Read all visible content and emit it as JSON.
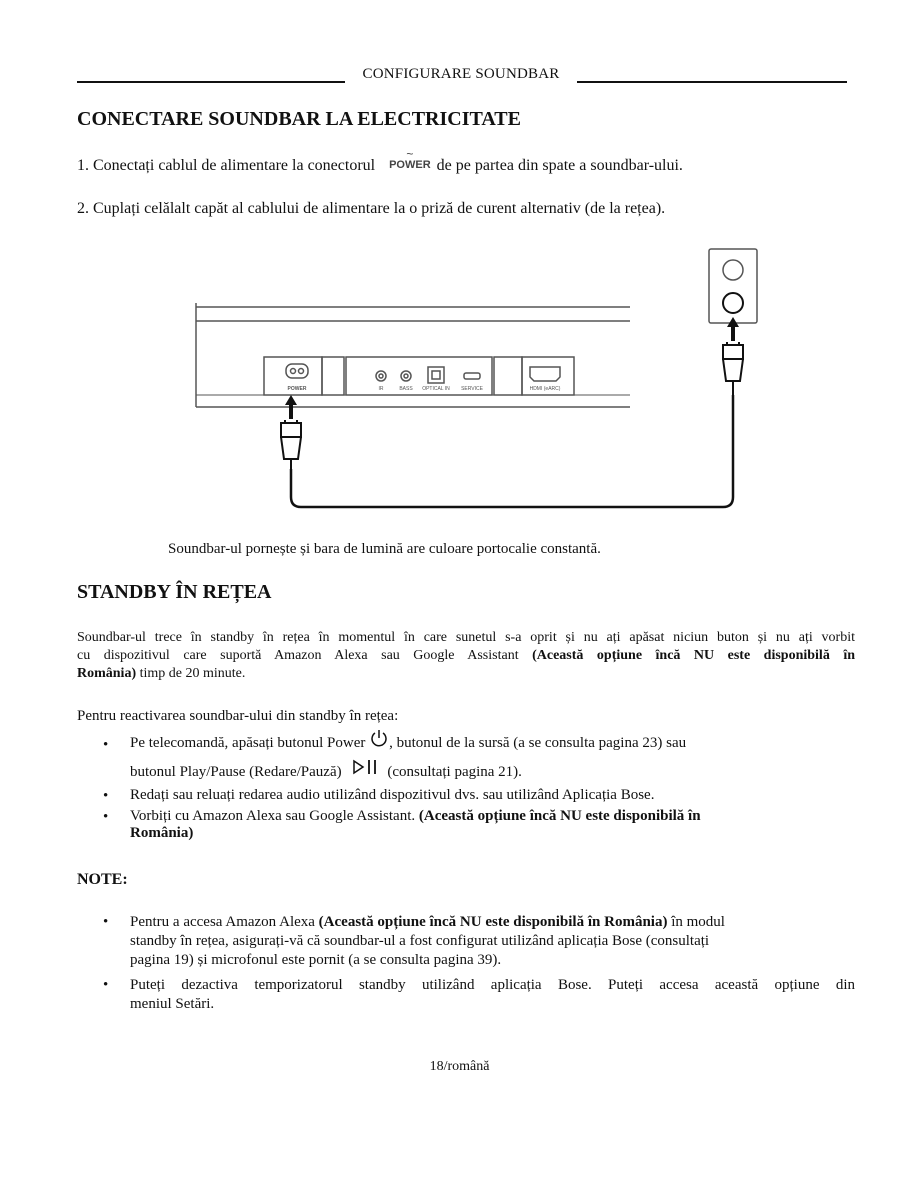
{
  "header": {
    "title": "CONFIGURARE SOUNDBAR"
  },
  "section1": {
    "heading": "CONECTARE SOUNDBAR LA ELECTRICITATE",
    "step1_before": "1. Conectați cablul de alimentare la conectorul",
    "step1_power_label": "POWER",
    "step1_after": "de pe partea din spate a soundbar-ului.",
    "step2": "2. Cuplați celălalt capăt al cablului de alimentare la o priză de curent alternativ (de la rețea).",
    "diagram": {
      "port_labels": [
        "POWER",
        "IR",
        "BASS",
        "OPTICAL IN",
        "SERVICE",
        "HDMI (eARC)"
      ]
    },
    "caption": "Soundbar-ul pornește și bara de lumină are culoare portocalie constantă."
  },
  "section2": {
    "heading": "STANDBY ÎN REȚEA",
    "para_line1": "Soundbar-ul trece în standby în rețea în momentul în care sunetul s-a oprit și nu ați apăsat niciun buton și nu ați vorbit",
    "para_line2_normal": "cu dispozitivul care suportă Amazon Alexa sau Google Assistant",
    "para_line2_bold": "(Această opțiune încă NU este disponibilă în",
    "para_line3_bold": "România)",
    "para_line3_normal": "timp de 20 minute.",
    "reactivate_intro": "Pentru reactivarea soundbar-ului din standby în rețea:",
    "bullet1_a": "Pe telecomandă, apăsați butonul Power",
    "bullet1_b": ", butonul de la sursă (a se consulta pagina 23) sau",
    "bullet1_c": "butonul Play/Pause (Redare/Pauză)",
    "bullet1_d": "(consultați pagina 21).",
    "bullet2": "Redați sau reluați redarea audio utilizând dispozitivul dvs. sau utilizând Aplicația Bose.",
    "bullet3_normal": "Vorbiți cu Amazon Alexa sau Google Assistant.",
    "bullet3_bold_a": "(Această opțiune încă NU este disponibilă în",
    "bullet3_bold_b": "România)"
  },
  "notes": {
    "heading": "NOTE:",
    "note1_a": "Pentru a accesa Amazon Alexa",
    "note1_bold": "(Această opțiune încă NU este disponibilă în România)",
    "note1_b": "în modul",
    "note1_line2": "standby în rețea, asigurați-vă că soundbar-ul a fost configurat utilizând aplicația Bose (consultați",
    "note1_line3": "pagina 19) și microfonul este pornit (a se consulta pagina 39).",
    "note2_line1": "Puteți dezactiva temporizatorul standby utilizând aplicația Bose. Puteți accesa această opțiune din",
    "note2_line2": "meniul Setări."
  },
  "footer": {
    "page": "18/română"
  }
}
